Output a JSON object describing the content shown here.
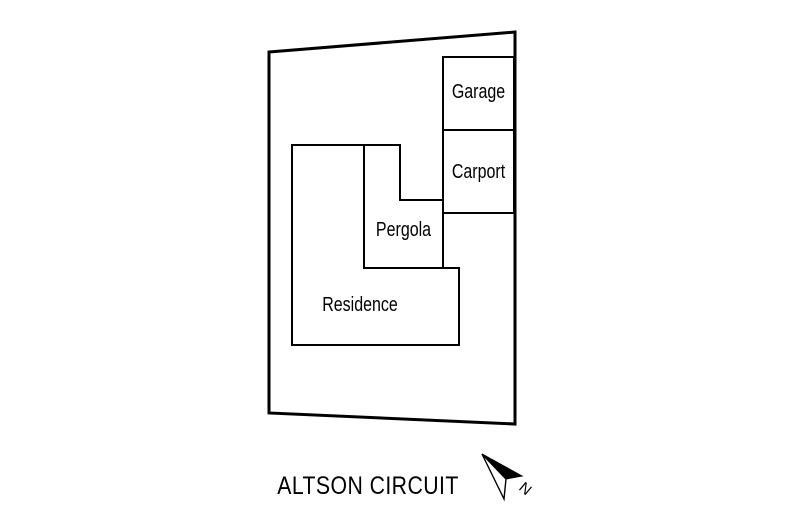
{
  "document": {
    "background_color": "#ffffff",
    "line_color": "#000000"
  },
  "site_plan": {
    "street_label": "ALTSON CIRCUIT",
    "buildings": {
      "garage": "Garage",
      "carport": "Carport",
      "pergola": "Pergola",
      "residence": "Residence"
    },
    "compass": {
      "north": "N"
    }
  }
}
